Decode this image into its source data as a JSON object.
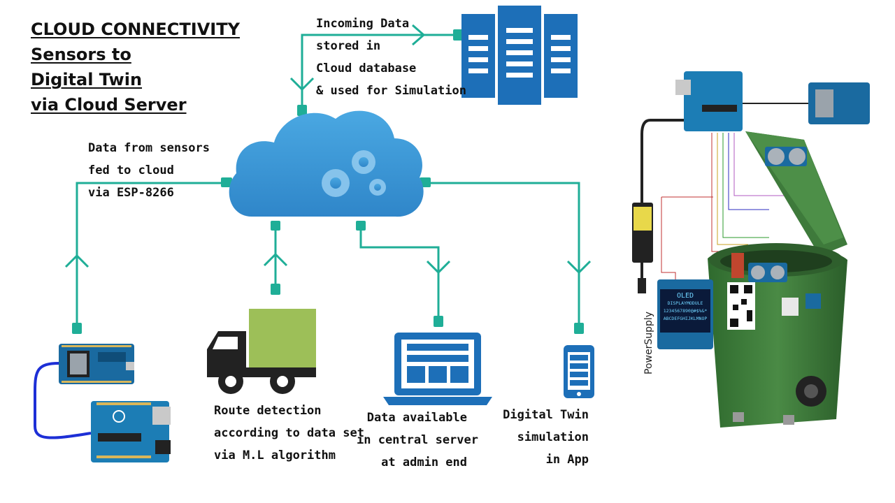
{
  "title": {
    "lines": [
      "CLOUD CONNECTIVITY",
      "Sensors to",
      "Digital Twin",
      "via Cloud Server"
    ]
  },
  "labels": {
    "incoming": [
      "Incoming Data",
      "stored in",
      "Cloud database",
      "& used for Simulation"
    ],
    "sensors": [
      "Data from sensors",
      "fed to cloud",
      "via ESP-8266"
    ],
    "route": [
      "Route detection",
      "according to data set",
      "via M.L algorithm"
    ],
    "central": [
      "Data available",
      "in central server",
      "at admin end"
    ],
    "twin": [
      "Digital Twin",
      "simulation",
      "in App"
    ]
  },
  "oled": {
    "lines": [
      "OLED",
      "DISPLAYMODULE",
      "1234567890@#$%&*",
      "ABCDEFGHIJKLMNOP"
    ]
  },
  "power_supply": "PowerSupply",
  "colors": {
    "connector": "#1fae97",
    "cloud": "#3e9ad8",
    "server": "#1d6fb8",
    "truck_cargo": "#9dbf58",
    "bin": "#3e7a3b"
  },
  "icons": [
    "cloud-icon",
    "gear-icon",
    "server-rack-icon",
    "truck-icon",
    "laptop-icon",
    "smartphone-icon",
    "esp8266-board-icon",
    "arduino-board-icon",
    "smart-bin-icon"
  ]
}
